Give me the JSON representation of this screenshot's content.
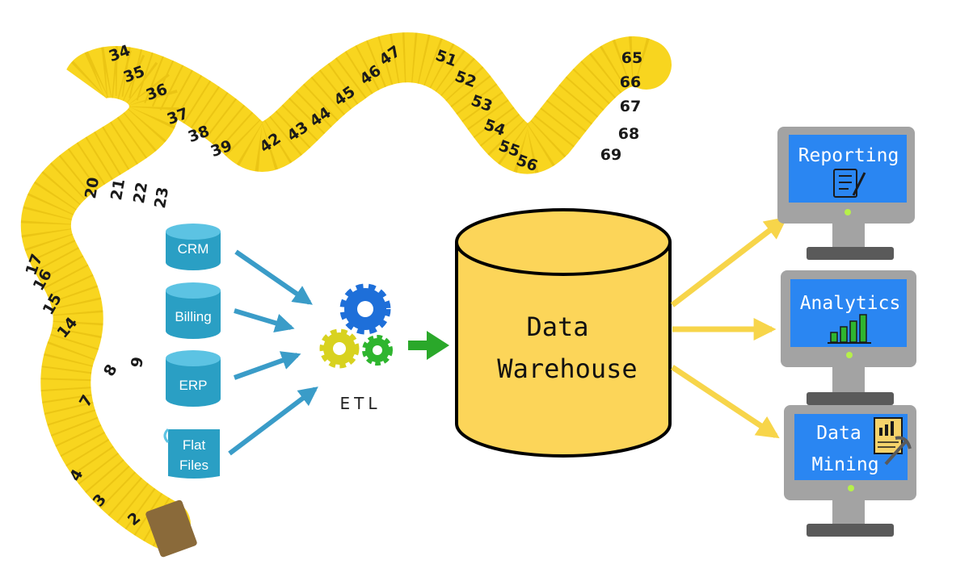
{
  "tape": {
    "numbers": [
      "34",
      "35",
      "36",
      "37",
      "38",
      "39",
      "42",
      "43",
      "44",
      "45",
      "46",
      "47",
      "51",
      "52",
      "53",
      "54",
      "55",
      "56",
      "65",
      "66",
      "67",
      "68",
      "69",
      "20",
      "21",
      "22",
      "23",
      "17",
      "16",
      "15",
      "14",
      "9",
      "8",
      "7",
      "4",
      "3",
      "2"
    ]
  },
  "sources": [
    {
      "label": "CRM",
      "shape": "cylinder"
    },
    {
      "label": "Billing",
      "shape": "cylinder"
    },
    {
      "label": "ERP",
      "shape": "cylinder"
    },
    {
      "label_lines": [
        "Flat",
        "Files"
      ],
      "shape": "scroll"
    }
  ],
  "etl": {
    "label": "ETL",
    "gear_colors": [
      "#1e6fd9",
      "#d8d21f",
      "#2fb52f"
    ]
  },
  "warehouse": {
    "lines": [
      "Data",
      "Warehouse"
    ],
    "fill": "#fcd559"
  },
  "outputs": [
    {
      "lines": [
        "Reporting"
      ],
      "icon": "report-clipboard-icon"
    },
    {
      "lines": [
        "Analytics"
      ],
      "icon": "bar-chart-icon"
    },
    {
      "lines": [
        "Data",
        "Mining"
      ],
      "icon": "mining-pickaxe-icon"
    }
  ],
  "colors": {
    "source_fill": "#2a9fc4",
    "source_top": "#5cc3e3",
    "source_arrow": "#3a9cc8",
    "etl_arrow": "#2aa82a",
    "output_arrow": "#f7d54a",
    "monitor_frame": "#a3a3a3",
    "monitor_screen": "#2a86f2",
    "monitor_dot": "#b6f04a",
    "monitor_stand": "#5a5a5a",
    "tape": "#f8d51f"
  }
}
